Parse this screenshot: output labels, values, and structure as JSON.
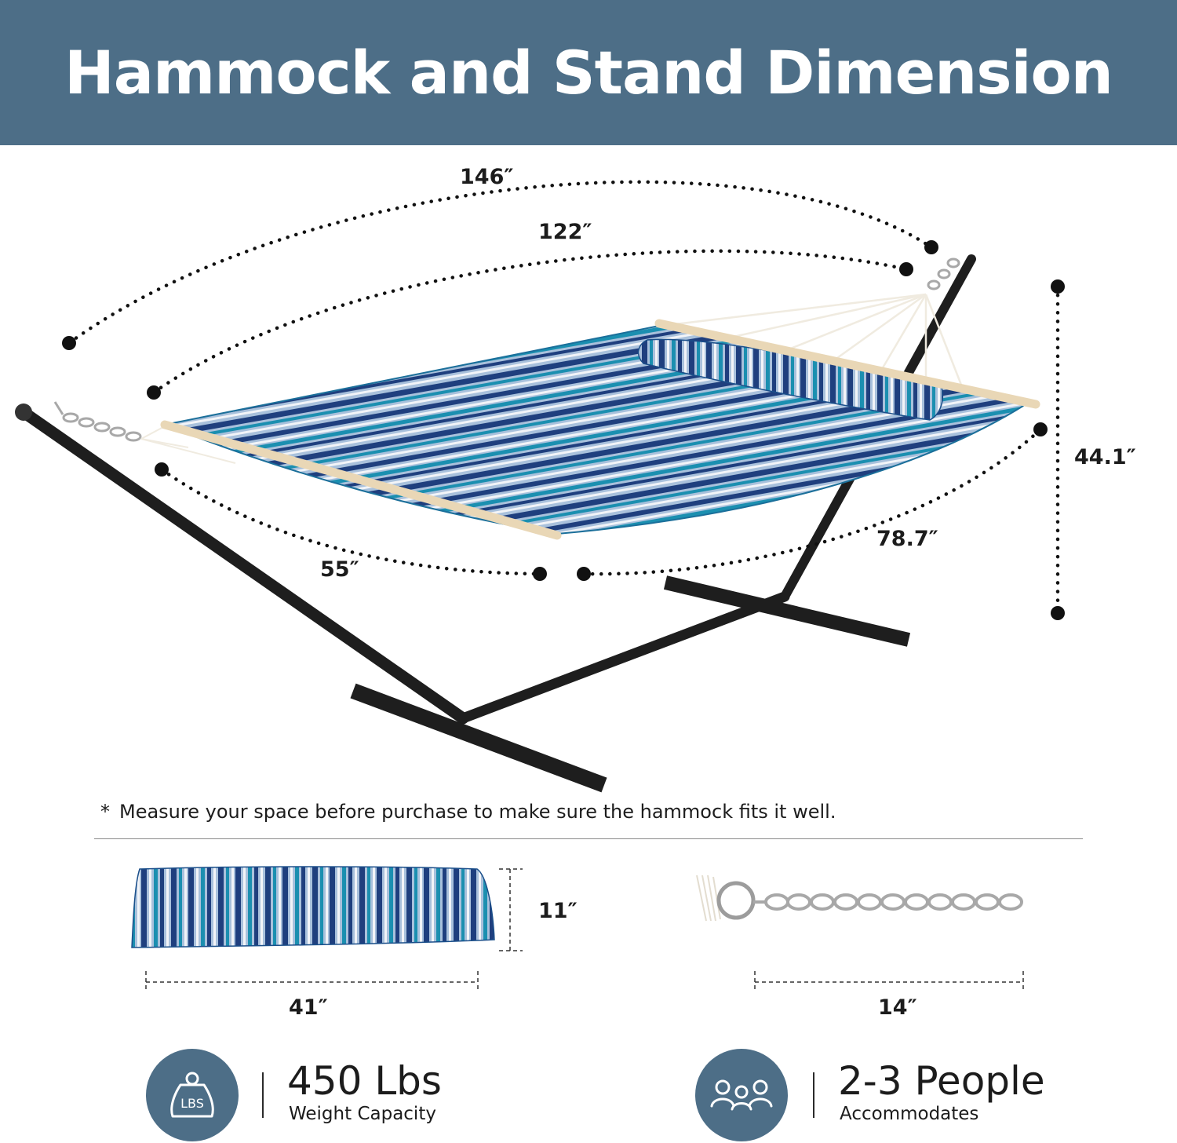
{
  "header": {
    "title": "Hammock and Stand Dimension"
  },
  "colors": {
    "header_bg": "#4d6e87",
    "circle_bg": "#4d6e87",
    "stand": "#1e1e1e",
    "stripe_dark": "#1f3f7e",
    "stripe_teal": "#1b8fb0",
    "stripe_light": "#a9c1dc",
    "stripe_white": "#f2f4f8",
    "spreader_bar": "#e9d7b6",
    "chain": "#a8a8a8"
  },
  "dimensions": {
    "overall_length": "146″",
    "bed_length": "122″",
    "bed_width": "55″",
    "stand_width": "78.7″",
    "height": "44.1″"
  },
  "note": {
    "symbol": "*",
    "text": "Measure your space before purchase to make sure the hammock fits it well."
  },
  "pillow": {
    "width": "41″",
    "height": "11″"
  },
  "chain": {
    "length": "14″"
  },
  "features": [
    {
      "icon": "weight-icon",
      "icon_text": "LBS",
      "value": "450 Lbs",
      "label": "Weight Capacity"
    },
    {
      "icon": "people-icon",
      "value": "2-3 People",
      "label": "Accommodates"
    }
  ]
}
